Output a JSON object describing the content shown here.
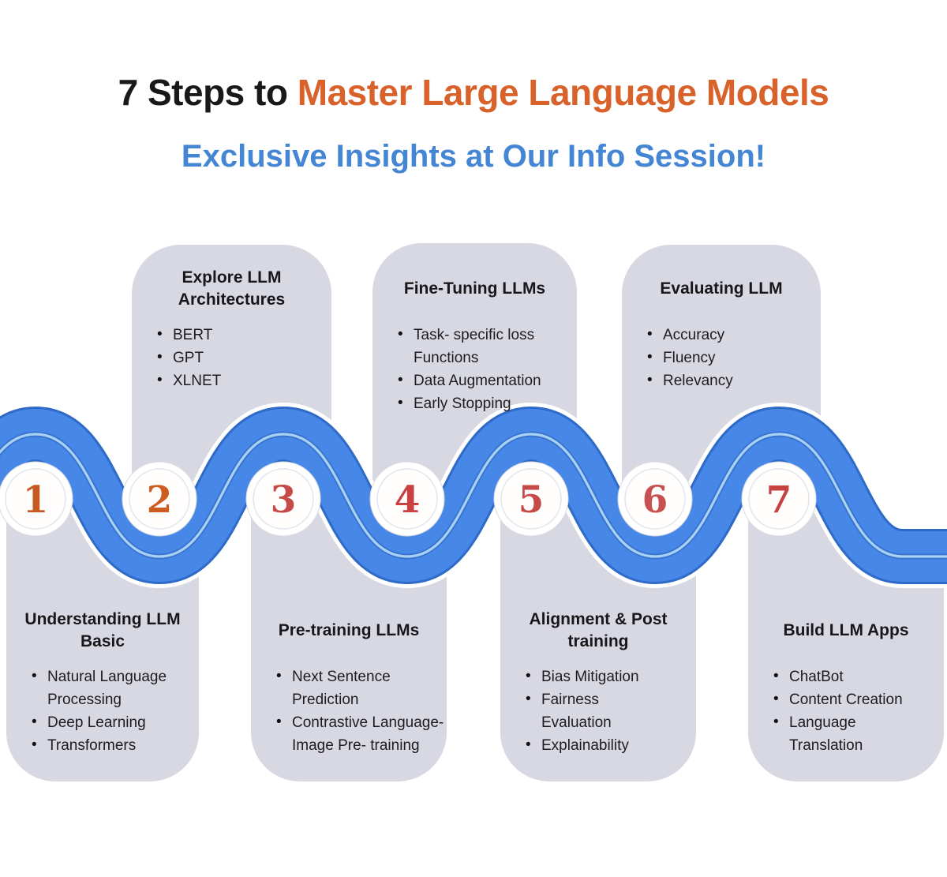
{
  "header": {
    "title_black": "7 Steps to ",
    "title_orange": "Master Large Language Models",
    "subtitle": "Exclusive Insights at Our Info Session!"
  },
  "colors": {
    "title_orange": "#d9622b",
    "subtitle_blue": "#4486d4",
    "road_blue": "#4687e7",
    "road_edge_blue": "#2f6ac7",
    "road_stripe_blue": "#a7d2f3",
    "card_lavender": "#d8d8e3",
    "circle_white": "#fffefc"
  },
  "steps": [
    {
      "number": "1",
      "num_color": "#c65a20",
      "title": "Understanding LLM\nBasic",
      "bullets": [
        "Natural Language\nProcessing",
        "Deep Learning",
        "Transformers"
      ]
    },
    {
      "number": "2",
      "num_color": "#cd5c20",
      "title": "Explore LLM\nArchitectures",
      "bullets": [
        "BERT",
        "GPT",
        "XLNET"
      ]
    },
    {
      "number": "3",
      "num_color": "#c64a48",
      "title": "Pre-training LLMs",
      "bullets": [
        "Next Sentence\nPrediction",
        "Contrastive Language-\nImage Pre- training"
      ]
    },
    {
      "number": "4",
      "num_color": "#cb4040",
      "title": "Fine-Tuning LLMs",
      "bullets": [
        "Task- specific loss\nFunctions",
        "Data Augmentation",
        "Early Stopping"
      ]
    },
    {
      "number": "5",
      "num_color": "#c64a48",
      "title": "Alignment & Post\ntraining",
      "bullets": [
        "Bias Mitigation",
        "Fairness\nEvaluation",
        "Explainability"
      ]
    },
    {
      "number": "6",
      "num_color": "#c75050",
      "title": "Evaluating LLM",
      "bullets": [
        "Accuracy",
        "Fluency",
        "Relevancy"
      ]
    },
    {
      "number": "7",
      "num_color": "#c64343",
      "title": "Build LLM Apps",
      "bullets": [
        "ChatBot",
        "Content Creation",
        "Language\nTranslation"
      ]
    }
  ]
}
